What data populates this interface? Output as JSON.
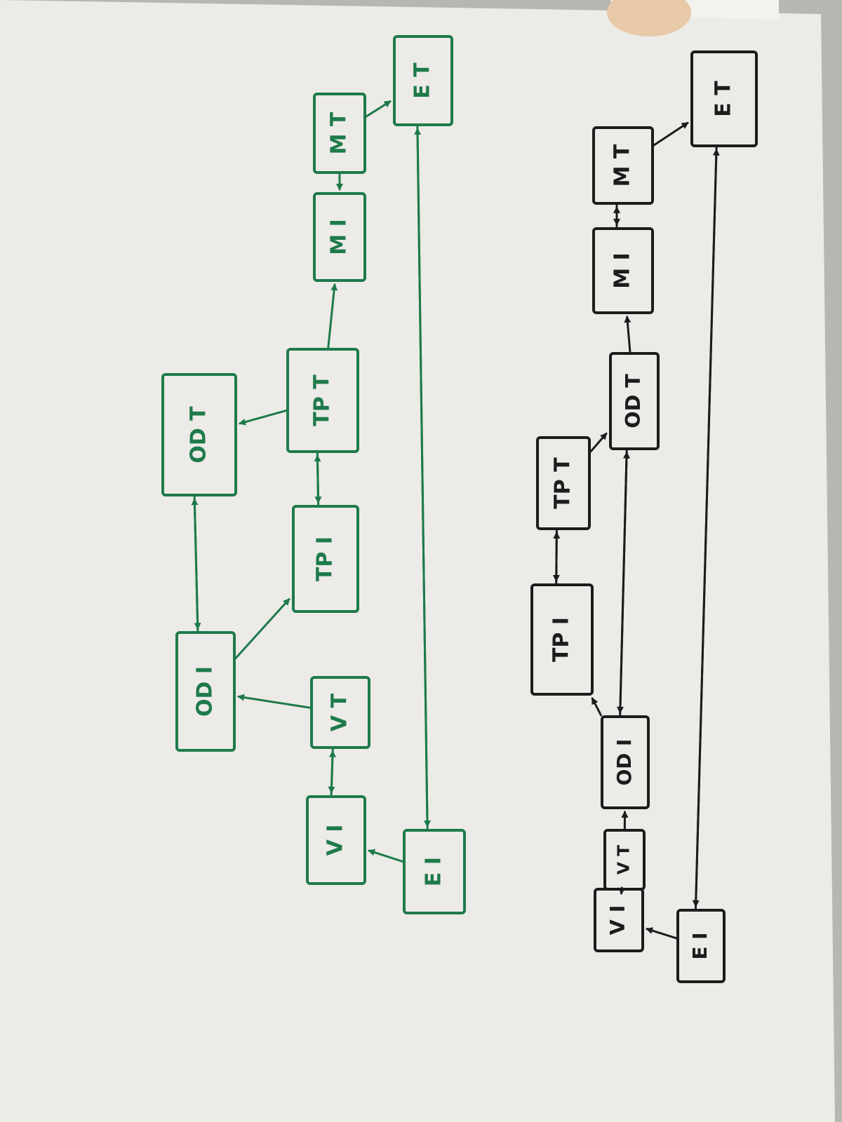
{
  "photo": {
    "paper_color": "#ecebe8",
    "background_color": "#b8b6b0",
    "thumb_color": "#e8c9a8"
  },
  "diagrams": [
    {
      "ink_color": "#1e7a4a",
      "nodes": [
        {
          "id": "g_et",
          "label": "E T"
        },
        {
          "id": "g_mt",
          "label": "M T"
        },
        {
          "id": "g_mi",
          "label": "M I"
        },
        {
          "id": "g_tpt",
          "label": "TP T"
        },
        {
          "id": "g_odt",
          "label": "OD T"
        },
        {
          "id": "g_tpi",
          "label": "TP I"
        },
        {
          "id": "g_odi",
          "label": "OD I"
        },
        {
          "id": "g_vt",
          "label": "V T"
        },
        {
          "id": "g_vi",
          "label": "V I"
        },
        {
          "id": "g_ei",
          "label": "E I"
        }
      ],
      "edges": [
        {
          "from": "g_mt",
          "to": "g_et"
        },
        {
          "from": "g_mt",
          "to": "g_mi"
        },
        {
          "from": "g_tpt",
          "to": "g_mi"
        },
        {
          "from": "g_tpt",
          "to": "g_odt"
        },
        {
          "from": "g_tpt",
          "to": "g_tpi"
        },
        {
          "from": "g_tpi",
          "to": "g_tpt"
        },
        {
          "from": "g_odi",
          "to": "g_odt"
        },
        {
          "from": "g_odt",
          "to": "g_odi"
        },
        {
          "from": "g_odi",
          "to": "g_tpi"
        },
        {
          "from": "g_vt",
          "to": "g_odi"
        },
        {
          "from": "g_vt",
          "to": "g_vi"
        },
        {
          "from": "g_vi",
          "to": "g_vt"
        },
        {
          "from": "g_ei",
          "to": "g_vi"
        },
        {
          "from": "g_ei",
          "to": "g_et"
        },
        {
          "from": "g_et",
          "to": "g_ei"
        }
      ]
    },
    {
      "ink_color": "#1c1c1c",
      "nodes": [
        {
          "id": "b_et",
          "label": "E T"
        },
        {
          "id": "b_mt",
          "label": "M T"
        },
        {
          "id": "b_mi",
          "label": "M I"
        },
        {
          "id": "b_odt",
          "label": "OD T"
        },
        {
          "id": "b_tpt",
          "label": "TP T"
        },
        {
          "id": "b_tpi",
          "label": "TP I"
        },
        {
          "id": "b_odi",
          "label": "OD I"
        },
        {
          "id": "b_vt",
          "label": "V T"
        },
        {
          "id": "b_vi",
          "label": "V I"
        },
        {
          "id": "b_ei",
          "label": "E I"
        }
      ],
      "edges": [
        {
          "from": "b_mt",
          "to": "b_et"
        },
        {
          "from": "b_mt",
          "to": "b_mi"
        },
        {
          "from": "b_mi",
          "to": "b_mt"
        },
        {
          "from": "b_odt",
          "to": "b_mi"
        },
        {
          "from": "b_tpt",
          "to": "b_odt"
        },
        {
          "from": "b_tpt",
          "to": "b_tpi"
        },
        {
          "from": "b_tpi",
          "to": "b_tpt"
        },
        {
          "from": "b_odt",
          "to": "b_odi"
        },
        {
          "from": "b_odi",
          "to": "b_odt"
        },
        {
          "from": "b_odi",
          "to": "b_tpi"
        },
        {
          "from": "b_vt",
          "to": "b_odi"
        },
        {
          "from": "b_vi",
          "to": "b_vt"
        },
        {
          "from": "b_ei",
          "to": "b_vi"
        },
        {
          "from": "b_ei",
          "to": "b_et"
        },
        {
          "from": "b_et",
          "to": "b_ei"
        }
      ]
    }
  ]
}
